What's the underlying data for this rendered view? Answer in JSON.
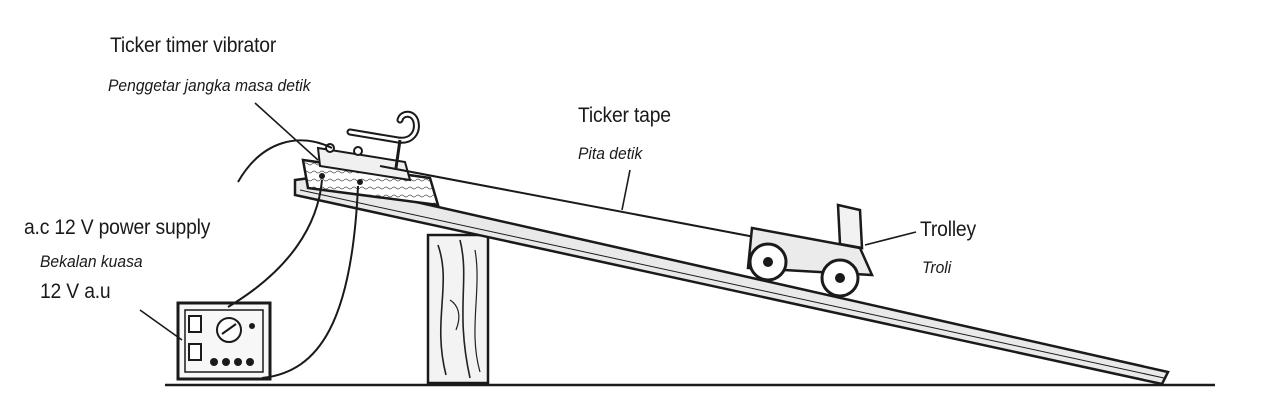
{
  "labels": {
    "vibrator_en": "Ticker timer vibrator",
    "vibrator_ms": "Penggetar jangka masa detik",
    "tape_en": "Ticker tape",
    "tape_ms": "Pita detik",
    "trolley_en": "Trolley",
    "trolley_ms": "Troli",
    "power_en": "a.c 12 V power supply",
    "power_ms_line1": "Bekalan kuasa",
    "power_ms_line2": "12 V a.u"
  },
  "colors": {
    "ink": "#1a1a1a",
    "paper": "#ffffff"
  }
}
